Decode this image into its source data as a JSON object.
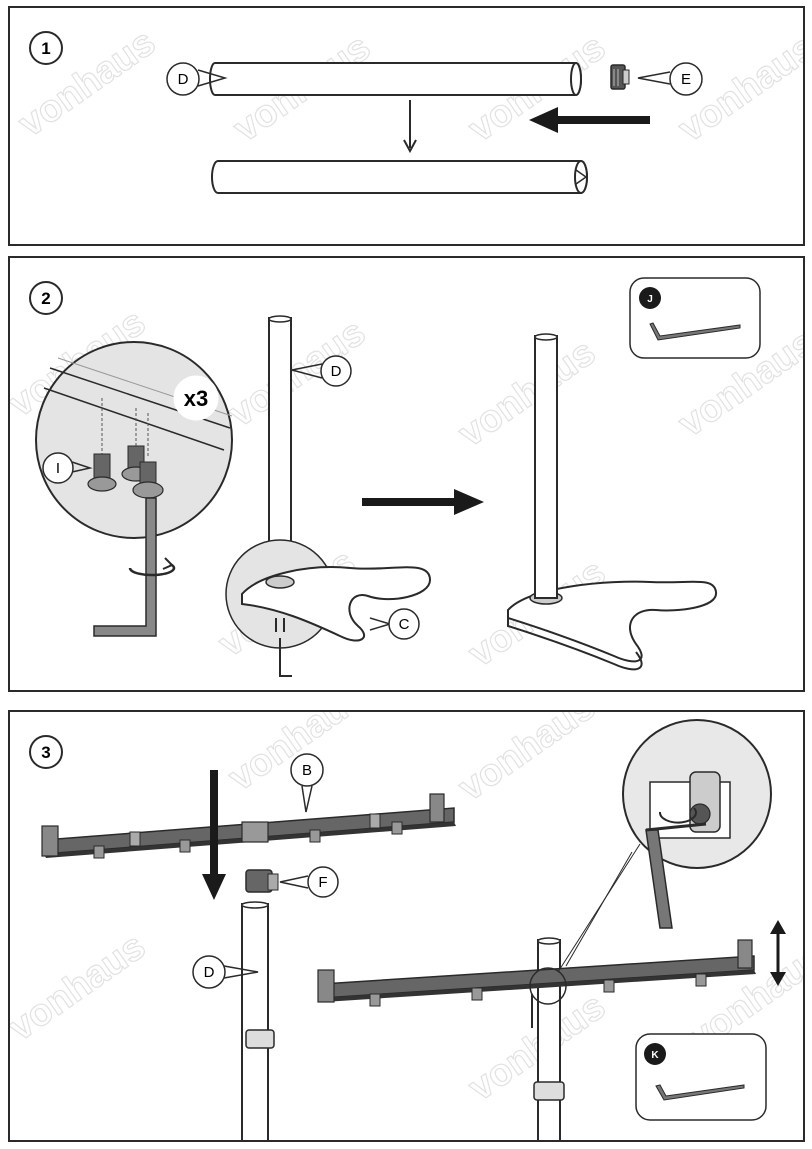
{
  "watermark": "vonhaus",
  "steps": [
    {
      "number": "1",
      "callouts": {
        "tube": "D",
        "cap": "E"
      }
    },
    {
      "number": "2",
      "callouts": {
        "screw": "I",
        "pole": "D",
        "base": "C",
        "tool": "J"
      },
      "quantity": "x3"
    },
    {
      "number": "3",
      "callouts": {
        "crossbar": "B",
        "clamp": "F",
        "pole": "D",
        "tool": "K"
      }
    }
  ],
  "colors": {
    "line": "#2a2a2a",
    "fill_grey": "#d9d9d9",
    "fill_dark": "#555555",
    "watermark": "#e2e2e2"
  }
}
